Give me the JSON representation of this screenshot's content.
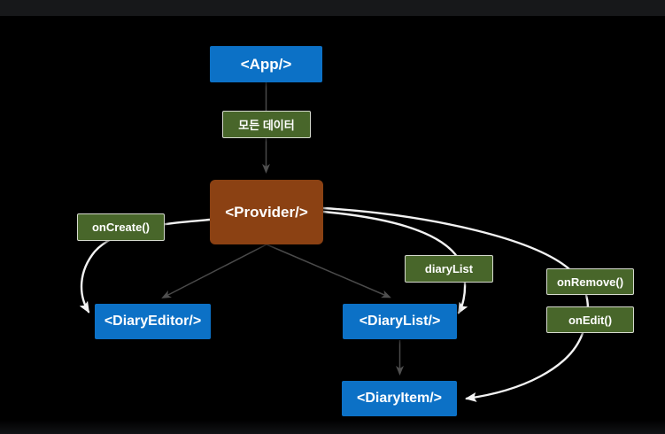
{
  "diagram": {
    "title_implicit": "React context provider component diagram",
    "nodes": {
      "app": {
        "label": "<App/>"
      },
      "provider": {
        "label": "<Provider/>"
      },
      "diary_editor": {
        "label": "<DiaryEditor/>"
      },
      "diary_list": {
        "label": "<DiaryList/>"
      },
      "diary_item": {
        "label": "<DiaryItem/>"
      }
    },
    "labels": {
      "all_data": {
        "label": "모든 데이터"
      },
      "on_create": {
        "label": "onCreate()"
      },
      "diary_list_prop": {
        "label": "diaryList"
      },
      "on_remove": {
        "label": "onRemove()"
      },
      "on_edit": {
        "label": "onEdit()"
      }
    },
    "edges": [
      {
        "from": "app",
        "to": "provider",
        "via": "all_data",
        "style": "dark-straight"
      },
      {
        "from": "provider",
        "to": "diary_editor",
        "via": null,
        "style": "dark-straight"
      },
      {
        "from": "provider",
        "to": "diary_list",
        "via": null,
        "style": "dark-straight"
      },
      {
        "from": "diary_list",
        "to": "diary_item",
        "via": null,
        "style": "dark-straight"
      },
      {
        "from": "provider",
        "to": "diary_editor",
        "via": "on_create",
        "style": "white-curve"
      },
      {
        "from": "provider",
        "to": "diary_list",
        "via": "diary_list_prop",
        "style": "white-curve"
      },
      {
        "from": "provider",
        "to": "diary_item",
        "via": "on_remove, on_edit",
        "style": "white-curve"
      }
    ],
    "colors": {
      "background": "#000000",
      "top_strip": "#17181a",
      "component_box": "#0c71c6",
      "provider_box": "#8b4113",
      "label_box": "#48662a",
      "label_border": "#d6dacf",
      "dark_arrow": "#4a4a4a",
      "white_arrow": "#f3f3f3",
      "text": "#ffffff"
    }
  }
}
